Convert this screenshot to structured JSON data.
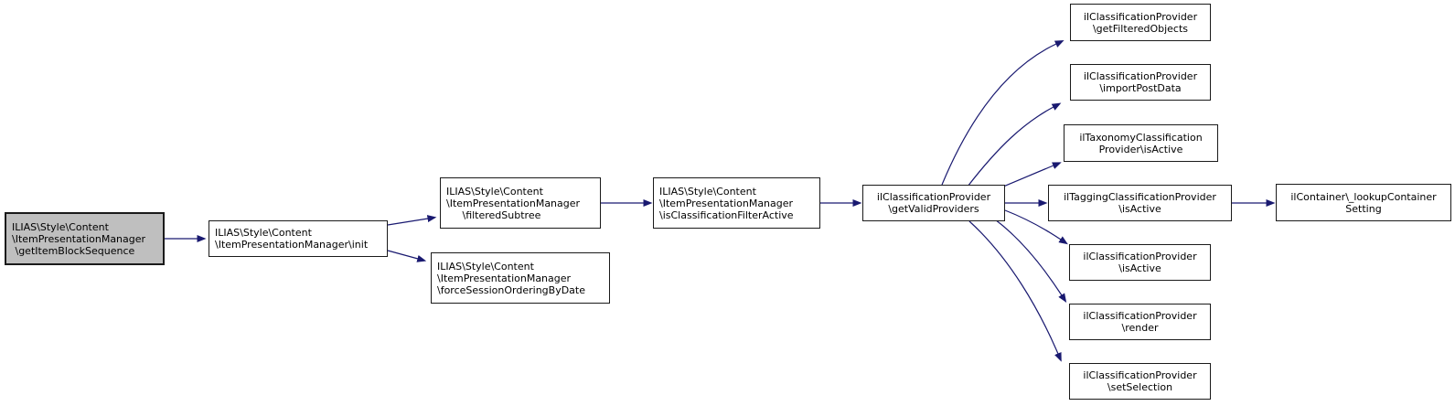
{
  "diagram": {
    "type": "call-graph",
    "background": "#ffffff",
    "colors": {
      "edge": "#191970",
      "node_border": "#1a1a1a",
      "node_fill": "#ffffff",
      "root_node_fill": "#bfbfbf",
      "text": "#000000"
    },
    "nodes": [
      {
        "id": "getItemBlockSequence",
        "label": "ILIAS\\Style\\Content\n\\ItemPresentationManager\n \\getItemBlockSequence"
      },
      {
        "id": "init",
        "label": "ILIAS\\Style\\Content\n\\ItemPresentationManager\\init"
      },
      {
        "id": "filteredSubtree",
        "label": "ILIAS\\Style\\Content\n\\ItemPresentationManager\n     \\filteredSubtree"
      },
      {
        "id": "forceSessionOrderingByDate",
        "label": "ILIAS\\Style\\Content\n\\ItemPresentationManager\n\\forceSessionOrderingByDate"
      },
      {
        "id": "isClassificationFilterActive",
        "label": "ILIAS\\Style\\Content\n\\ItemPresentationManager\n\\isClassificationFilterActive"
      },
      {
        "id": "getValidProviders",
        "label": "ilClassificationProvider\n\\getValidProviders"
      },
      {
        "id": "getFilteredObjects",
        "label": "ilClassificationProvider\n\\getFilteredObjects"
      },
      {
        "id": "importPostData",
        "label": "ilClassificationProvider\n\\importPostData"
      },
      {
        "id": "taxonomyIsActive",
        "label": "ilTaxonomyClassification\nProvider\\isActive"
      },
      {
        "id": "taggingIsActive",
        "label": "ilTaggingClassificationProvider\n\\isActive"
      },
      {
        "id": "isActive",
        "label": "ilClassificationProvider\n\\isActive"
      },
      {
        "id": "render",
        "label": "ilClassificationProvider\n\\render"
      },
      {
        "id": "setSelection",
        "label": "ilClassificationProvider\n\\setSelection"
      },
      {
        "id": "lookupContainerSetting",
        "label": "ilContainer\\_lookupContainer\nSetting"
      }
    ],
    "edges": [
      {
        "from": "getItemBlockSequence",
        "to": "init"
      },
      {
        "from": "init",
        "to": "filteredSubtree"
      },
      {
        "from": "init",
        "to": "forceSessionOrderingByDate"
      },
      {
        "from": "filteredSubtree",
        "to": "isClassificationFilterActive"
      },
      {
        "from": "isClassificationFilterActive",
        "to": "getValidProviders"
      },
      {
        "from": "getValidProviders",
        "to": "getFilteredObjects"
      },
      {
        "from": "getValidProviders",
        "to": "importPostData"
      },
      {
        "from": "getValidProviders",
        "to": "taxonomyIsActive"
      },
      {
        "from": "getValidProviders",
        "to": "taggingIsActive"
      },
      {
        "from": "getValidProviders",
        "to": "isActive"
      },
      {
        "from": "getValidProviders",
        "to": "render"
      },
      {
        "from": "getValidProviders",
        "to": "setSelection"
      },
      {
        "from": "taggingIsActive",
        "to": "lookupContainerSetting"
      }
    ]
  }
}
